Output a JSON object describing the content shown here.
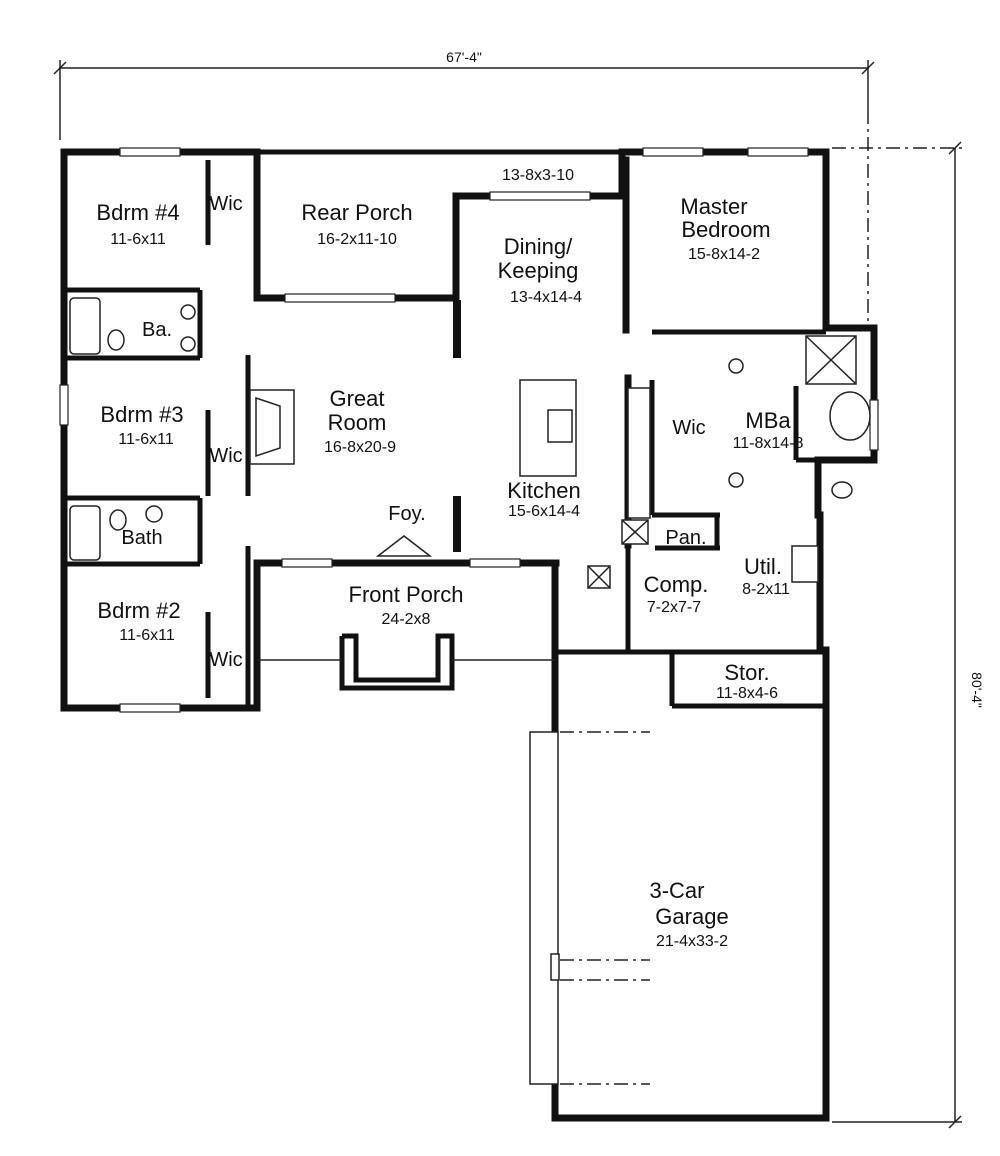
{
  "dimensions": {
    "overall_width": "67'-4\"",
    "overall_depth": "80'-4\""
  },
  "rooms": {
    "bdrm4": {
      "name": "Bdrm #4",
      "size": "11-6x11"
    },
    "wic4": {
      "name": "Wic"
    },
    "rear_porch": {
      "name": "Rear Porch",
      "size": "16-2x11-10"
    },
    "rear_porch_ext": {
      "size": "13-8x3-10"
    },
    "master": {
      "name_line1": "Master",
      "name_line2": "Bedroom",
      "size": "15-8x14-2"
    },
    "dining": {
      "name_line1": "Dining/",
      "name_line2": "Keeping",
      "size": "13-4x14-4"
    },
    "ba": {
      "name": "Ba."
    },
    "bdrm3": {
      "name": "Bdrm #3",
      "size": "11-6x11"
    },
    "wic3": {
      "name": "Wic"
    },
    "great_room": {
      "name_line1": "Great",
      "name_line2": "Room",
      "size": "16-8x20-9"
    },
    "kitchen": {
      "name": "Kitchen",
      "size": "15-6x14-4"
    },
    "wic_master": {
      "name": "Wic"
    },
    "mba": {
      "name": "MBa",
      "size": "11-8x14-8"
    },
    "bath": {
      "name": "Bath"
    },
    "foyer": {
      "name": "Foy."
    },
    "pantry": {
      "name": "Pan."
    },
    "comp": {
      "name": "Comp.",
      "size": "7-2x7-7"
    },
    "util": {
      "name": "Util.",
      "size": "8-2x11"
    },
    "front_porch": {
      "name": "Front Porch",
      "size": "24-2x8"
    },
    "bdrm2": {
      "name": "Bdrm #2",
      "size": "11-6x11"
    },
    "wic2": {
      "name": "Wic"
    },
    "stor": {
      "name": "Stor.",
      "size": "11-8x4-6"
    },
    "garage": {
      "name_line1": "3-Car",
      "name_line2": "Garage",
      "size": "21-4x33-2"
    }
  }
}
